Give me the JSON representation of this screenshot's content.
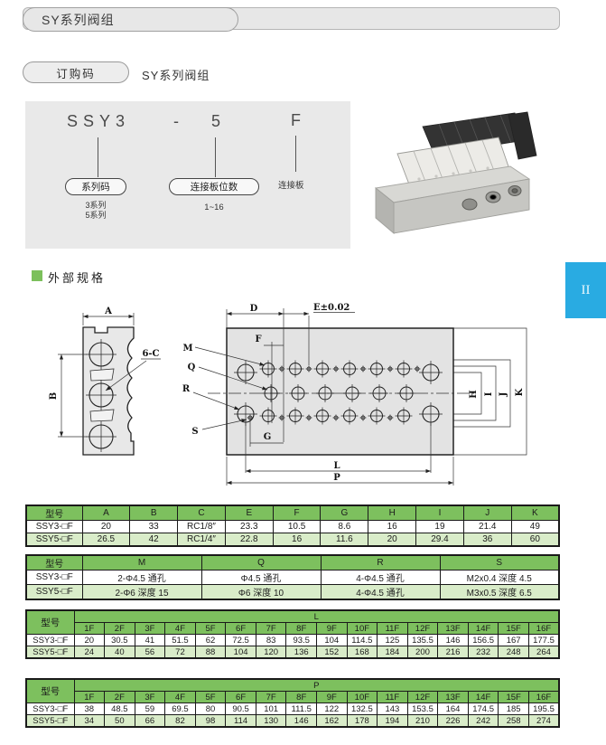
{
  "page": {
    "header_title": "SY系列阀组",
    "order_code_label": "订购码",
    "order_code_title": "SY系列阀组",
    "section_title": "外部规格",
    "tab": "II"
  },
  "colors": {
    "table_header_green": "#7dc05e",
    "table_alt_row_green": "#d9ecc9",
    "tab_blue": "#29abe2",
    "bullet_green": "#7cc05c"
  },
  "order_code": {
    "code": {
      "series": "SSY3",
      "dash": "-",
      "positions": "5",
      "plate": "F"
    },
    "series_pill": "系列码",
    "series_note1": "3系列",
    "series_note2": "5系列",
    "positions_pill": "连接板位数",
    "positions_note": "1~16",
    "plate_label": "连接板"
  },
  "drawing": {
    "labels": {
      "a": "A",
      "b": "B",
      "six_c": "6-C",
      "d": "D",
      "e": "E±0.02",
      "f": "F",
      "g": "G",
      "h": "H",
      "i": "I",
      "j": "J",
      "k": "K",
      "l": "L",
      "p": "P",
      "m": "M",
      "q": "Q",
      "r": "R",
      "s": "S"
    }
  },
  "tables": [
    {
      "headers": [
        "型号",
        "A",
        "B",
        "C",
        "E",
        "F",
        "G",
        "H",
        "I",
        "J",
        "K"
      ],
      "rows": [
        [
          "SSY3-□F",
          "20",
          "33",
          "RC1/8″",
          "23.3",
          "10.5",
          "8.6",
          "16",
          "19",
          "21.4",
          "49"
        ],
        [
          "SSY5-□F",
          "26.5",
          "42",
          "RC1/4″",
          "22.8",
          "16",
          "11.6",
          "20",
          "29.4",
          "36",
          "60"
        ]
      ]
    },
    {
      "headers": [
        "型号",
        "M",
        "Q",
        "R",
        "S"
      ],
      "rows": [
        [
          "SSY3-□F",
          "2-Φ4.5 通孔",
          "Φ4.5 通孔",
          "4-Φ4.5 通孔",
          "M2x0.4 深度 4.5"
        ],
        [
          "SSY5-□F",
          "2-Φ6 深度 15",
          "Φ6 深度 10",
          "4-Φ4.5 通孔",
          "M3x0.5 深度 6.5"
        ]
      ]
    },
    {
      "col_header": "型号",
      "group_header": "L",
      "sub_headers": [
        "1F",
        "2F",
        "3F",
        "4F",
        "5F",
        "6F",
        "7F",
        "8F",
        "9F",
        "10F",
        "11F",
        "12F",
        "13F",
        "14F",
        "15F",
        "16F"
      ],
      "rows": [
        [
          "SSY3-□F",
          "20",
          "30.5",
          "41",
          "51.5",
          "62",
          "72.5",
          "83",
          "93.5",
          "104",
          "114.5",
          "125",
          "135.5",
          "146",
          "156.5",
          "167",
          "177.5"
        ],
        [
          "SSY5-□F",
          "24",
          "40",
          "56",
          "72",
          "88",
          "104",
          "120",
          "136",
          "152",
          "168",
          "184",
          "200",
          "216",
          "232",
          "248",
          "264"
        ]
      ]
    },
    {
      "col_header": "型号",
      "group_header": "P",
      "sub_headers": [
        "1F",
        "2F",
        "3F",
        "4F",
        "5F",
        "6F",
        "7F",
        "8F",
        "9F",
        "10F",
        "11F",
        "12F",
        "13F",
        "14F",
        "15F",
        "16F"
      ],
      "rows": [
        [
          "SSY3-□F",
          "38",
          "48.5",
          "59",
          "69.5",
          "80",
          "90.5",
          "101",
          "111.5",
          "122",
          "132.5",
          "143",
          "153.5",
          "164",
          "174.5",
          "185",
          "195.5"
        ],
        [
          "SSY5-□F",
          "34",
          "50",
          "66",
          "82",
          "98",
          "114",
          "130",
          "146",
          "162",
          "178",
          "194",
          "210",
          "226",
          "242",
          "258",
          "274"
        ]
      ]
    }
  ]
}
